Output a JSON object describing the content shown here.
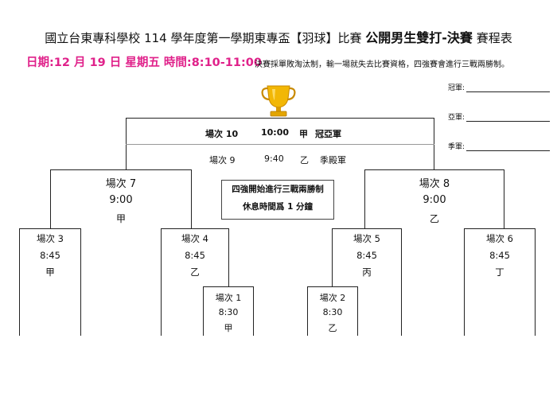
{
  "header": {
    "title_main": "國立台東專科學校 114 學年度第一學期東專盃【羽球】比賽",
    "title_event": "公開男生雙打-決賽",
    "title_suffix": "賽程表",
    "date_line": "日期:12 月 19 日  星期五  時間:8:10-11:00",
    "rule_text": "決賽採單敗淘汰制，輸一場就失去比賽資格，四強賽會進行三戰兩勝制。"
  },
  "awards": {
    "champion": "冠軍:",
    "runner_up": "亞軍:",
    "third": "季軍:"
  },
  "final": {
    "match": "場次 10",
    "time": "10:00",
    "team": "甲",
    "label": "冠亞軍"
  },
  "third_place": {
    "match": "場次 9",
    "time": "9:40",
    "team": "乙",
    "label": "季殿軍"
  },
  "notice": {
    "line1": "四強開始進行三戰兩勝制",
    "line2": "休息時間爲 1 分鐘"
  },
  "matches": {
    "m7": {
      "label": "場次 7",
      "time": "9:00",
      "team": "甲"
    },
    "m8": {
      "label": "場次 8",
      "time": "9:00",
      "team": "乙"
    },
    "m3": {
      "label": "場次 3",
      "time": "8:45",
      "team": "甲"
    },
    "m4": {
      "label": "場次 4",
      "time": "8:45",
      "team": "乙"
    },
    "m5": {
      "label": "場次 5",
      "time": "8:45",
      "team": "丙"
    },
    "m6": {
      "label": "場次 6",
      "time": "8:45",
      "team": "丁"
    },
    "m1": {
      "label": "場次 1",
      "time": "8:30",
      "team": "甲"
    },
    "m2": {
      "label": "場次 2",
      "time": "8:30",
      "team": "乙"
    }
  },
  "colors": {
    "date_color": "#e0218a",
    "trophy_gold": "#f2b705"
  }
}
